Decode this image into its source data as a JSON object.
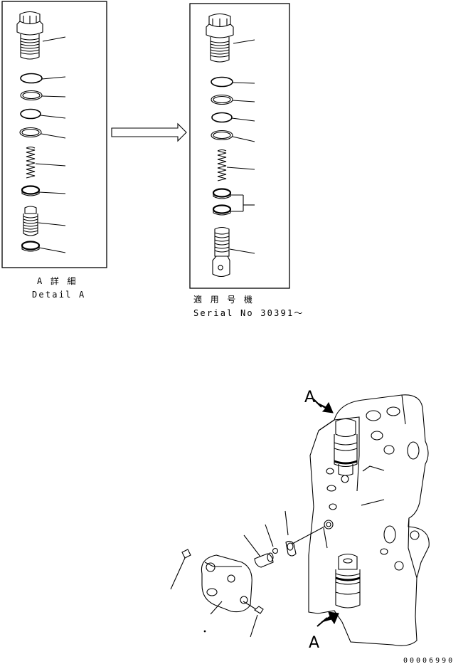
{
  "detail": {
    "left_caption_jp": "A 詳 細",
    "left_caption_en": "Detail A",
    "right_caption_jp": "適 用 号 機",
    "right_caption_en": "Serial No 30391〜"
  },
  "view": {
    "marker_top": "A",
    "marker_bottom": "A"
  },
  "doc": {
    "code": "00006990"
  }
}
